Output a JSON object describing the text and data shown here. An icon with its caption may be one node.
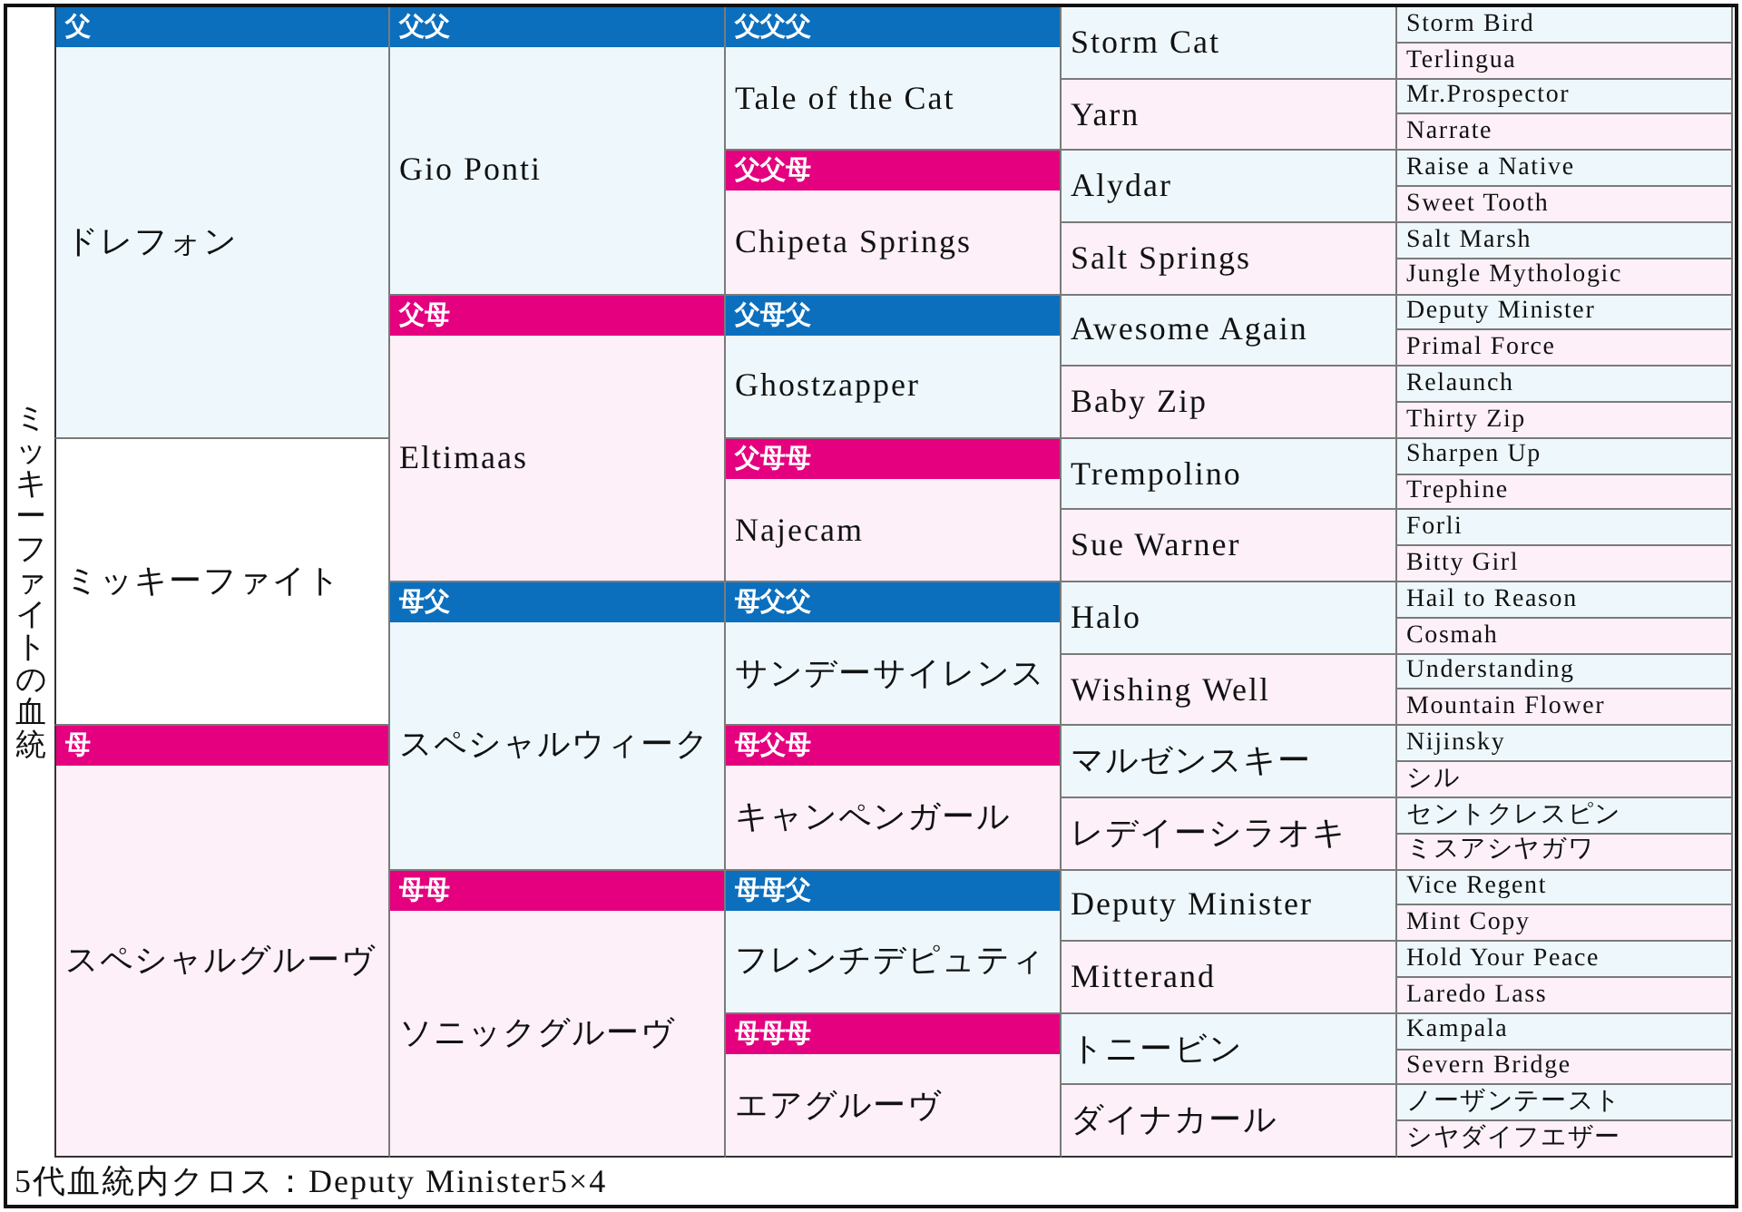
{
  "diagram": {
    "title": "ミッキーファイトの血統",
    "caption": "5代血統内クロス：Deputy Minister5×4",
    "nodes": [
      {
        "text": [
          "父",
          "ドレフォン"
        ]
      },
      {
        "text": [
          "父父",
          "Gio Ponti"
        ]
      },
      {
        "text": [
          "父父父",
          "Tale of the Cat"
        ]
      },
      {
        "text": [
          "Storm Cat"
        ]
      },
      {
        "text": [
          "Storm Bird"
        ]
      },
      {
        "text": [
          "Terlingua"
        ]
      },
      {
        "text": [
          "Yarn"
        ]
      },
      {
        "text": [
          "Mr.Prospector"
        ]
      },
      {
        "text": [
          "Narrate"
        ]
      },
      {
        "text": [
          "父父母",
          "Chipeta Springs"
        ]
      },
      {
        "text": [
          "Alydar"
        ]
      },
      {
        "text": [
          "Raise a Native"
        ]
      },
      {
        "text": [
          "Sweet Tooth"
        ]
      },
      {
        "text": [
          "Salt Springs"
        ]
      },
      {
        "text": [
          "Salt Marsh"
        ]
      },
      {
        "text": [
          "Jungle Mythologic"
        ]
      },
      {
        "text": [
          "父母",
          "Eltimaas"
        ]
      },
      {
        "text": [
          "父母父",
          "Ghostzapper"
        ]
      },
      {
        "text": [
          "Awesome Again"
        ]
      },
      {
        "text": [
          "Deputy Minister"
        ]
      },
      {
        "text": [
          "Primal Force"
        ]
      },
      {
        "text": [
          "Baby Zip"
        ]
      },
      {
        "text": [
          "Relaunch"
        ]
      },
      {
        "text": [
          "Thirty Zip"
        ]
      },
      {
        "text": [
          "ミッキーファイト"
        ]
      },
      {
        "text": [
          "父母母",
          "Najecam"
        ]
      },
      {
        "text": [
          "Trempolino"
        ]
      },
      {
        "text": [
          "Sharpen Up"
        ]
      },
      {
        "text": [
          "Trephine"
        ]
      },
      {
        "text": [
          "Sue Warner"
        ]
      },
      {
        "text": [
          "Forli"
        ]
      },
      {
        "text": [
          "Bitty Girl"
        ]
      },
      {
        "text": [
          "母父",
          "スペシャルウィーク"
        ]
      },
      {
        "text": [
          "母父父",
          "サンデーサイレンス"
        ]
      },
      {
        "text": [
          "Halo"
        ]
      },
      {
        "text": [
          "Hail to Reason"
        ]
      },
      {
        "text": [
          "Cosmah"
        ]
      },
      {
        "text": [
          "Wishing Well"
        ]
      },
      {
        "text": [
          "Understanding"
        ]
      },
      {
        "text": [
          "Mountain Flower"
        ]
      },
      {
        "text": [
          "母",
          "スペシャルグルーヴ"
        ]
      },
      {
        "text": [
          "母父母",
          "キャンペンガール"
        ]
      },
      {
        "text": [
          "マルゼンスキー"
        ]
      },
      {
        "text": [
          "Nijinsky"
        ]
      },
      {
        "text": [
          "シル"
        ]
      },
      {
        "text": [
          "レデイーシラオキ"
        ]
      },
      {
        "text": [
          "セントクレスピン"
        ]
      },
      {
        "text": [
          "ミスアシヤガワ"
        ]
      },
      {
        "text": [
          "母母",
          "ソニックグルーヴ"
        ]
      },
      {
        "text": [
          "母母父",
          "フレンチデピュティ"
        ]
      },
      {
        "text": [
          "Deputy Minister"
        ]
      },
      {
        "text": [
          "Vice Regent"
        ]
      },
      {
        "text": [
          "Mint Copy"
        ]
      },
      {
        "text": [
          "Mitterand"
        ]
      },
      {
        "text": [
          "Hold Your Peace"
        ]
      },
      {
        "text": [
          "Laredo Lass"
        ]
      },
      {
        "text": [
          "母母母",
          "エアグルーヴ"
        ]
      },
      {
        "text": [
          "トニービン"
        ]
      },
      {
        "text": [
          "Kampala"
        ]
      },
      {
        "text": [
          "Severn Bridge"
        ]
      },
      {
        "text": [
          "ダイナカール"
        ]
      },
      {
        "text": [
          "ノーザンテースト"
        ]
      },
      {
        "text": [
          "シヤダイフエザー"
        ]
      }
    ]
  }
}
